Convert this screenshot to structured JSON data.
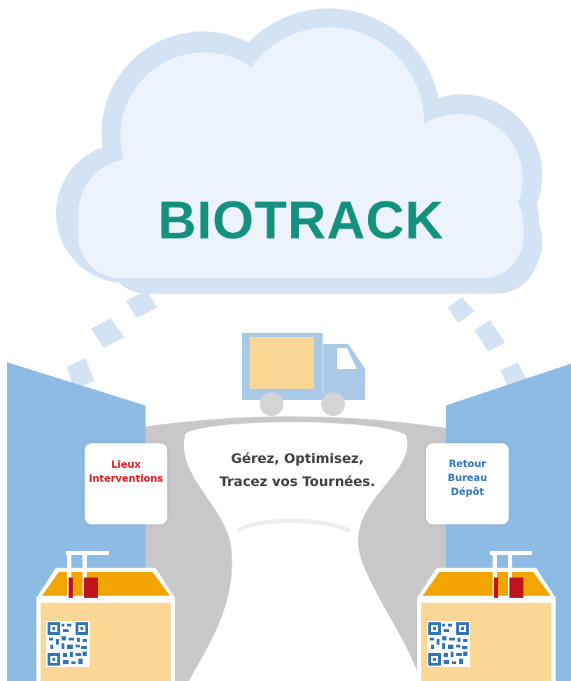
{
  "brand": {
    "title": "BIOTRACK",
    "color": "#13917e"
  },
  "tagline": {
    "line1": "Gérez, Optimisez,",
    "line2": "Tracez vos Tournées."
  },
  "left_card": {
    "line1": "Lieux",
    "line2": "Interventions",
    "color": "#e0151e"
  },
  "right_card": {
    "line1": "Retour",
    "line2": "Bureau",
    "line3": "Dépôt",
    "color": "#2e74b6"
  },
  "colors": {
    "cloud_outline": "#d4e3f3",
    "cloud_fill": "#edf3fa",
    "buildings": "#8ebbe3",
    "road": "#c8c8c8",
    "box_top": "#f2a500",
    "box_body": "#fbd795",
    "tube_red": "#c0141c",
    "truck_body": "#a9c9e8",
    "truck_cargo": "#fbd795",
    "wheel": "#d4d4d4"
  },
  "icons": [
    "cloud-icon",
    "truck-icon",
    "specimen-box-icon",
    "qr-code-icon",
    "building-icon",
    "road-icon"
  ]
}
